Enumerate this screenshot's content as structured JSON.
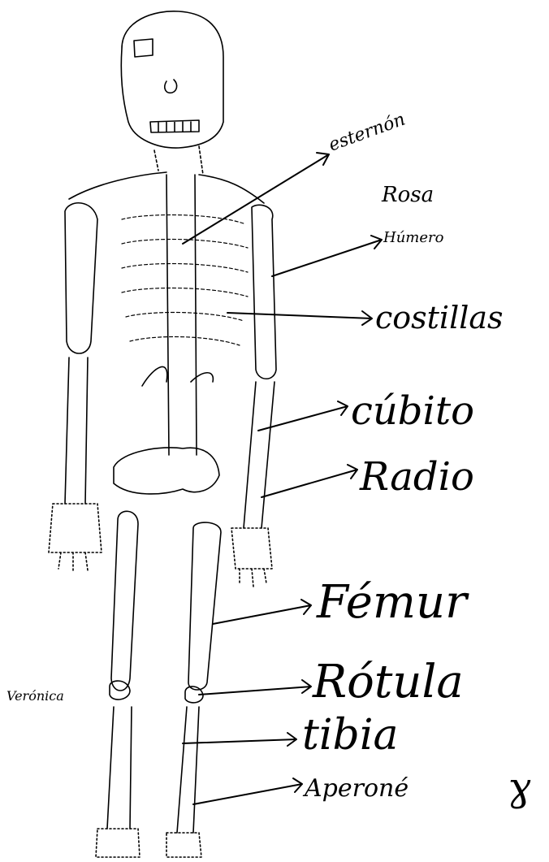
{
  "labels": {
    "esternon": "esternón",
    "author_rosa": "Rosa",
    "humero": "Húmero",
    "costillas": "costillas",
    "cubito": "cúbito",
    "radio": "Radio",
    "femur": "Fémur",
    "author_veronica": "Verónica",
    "rotula": "Rótula",
    "tibia": "tibia",
    "perone": "Aperoné",
    "mark": "ɣ"
  },
  "colors": {
    "ink": "#000000",
    "paper": "#ffffff"
  }
}
